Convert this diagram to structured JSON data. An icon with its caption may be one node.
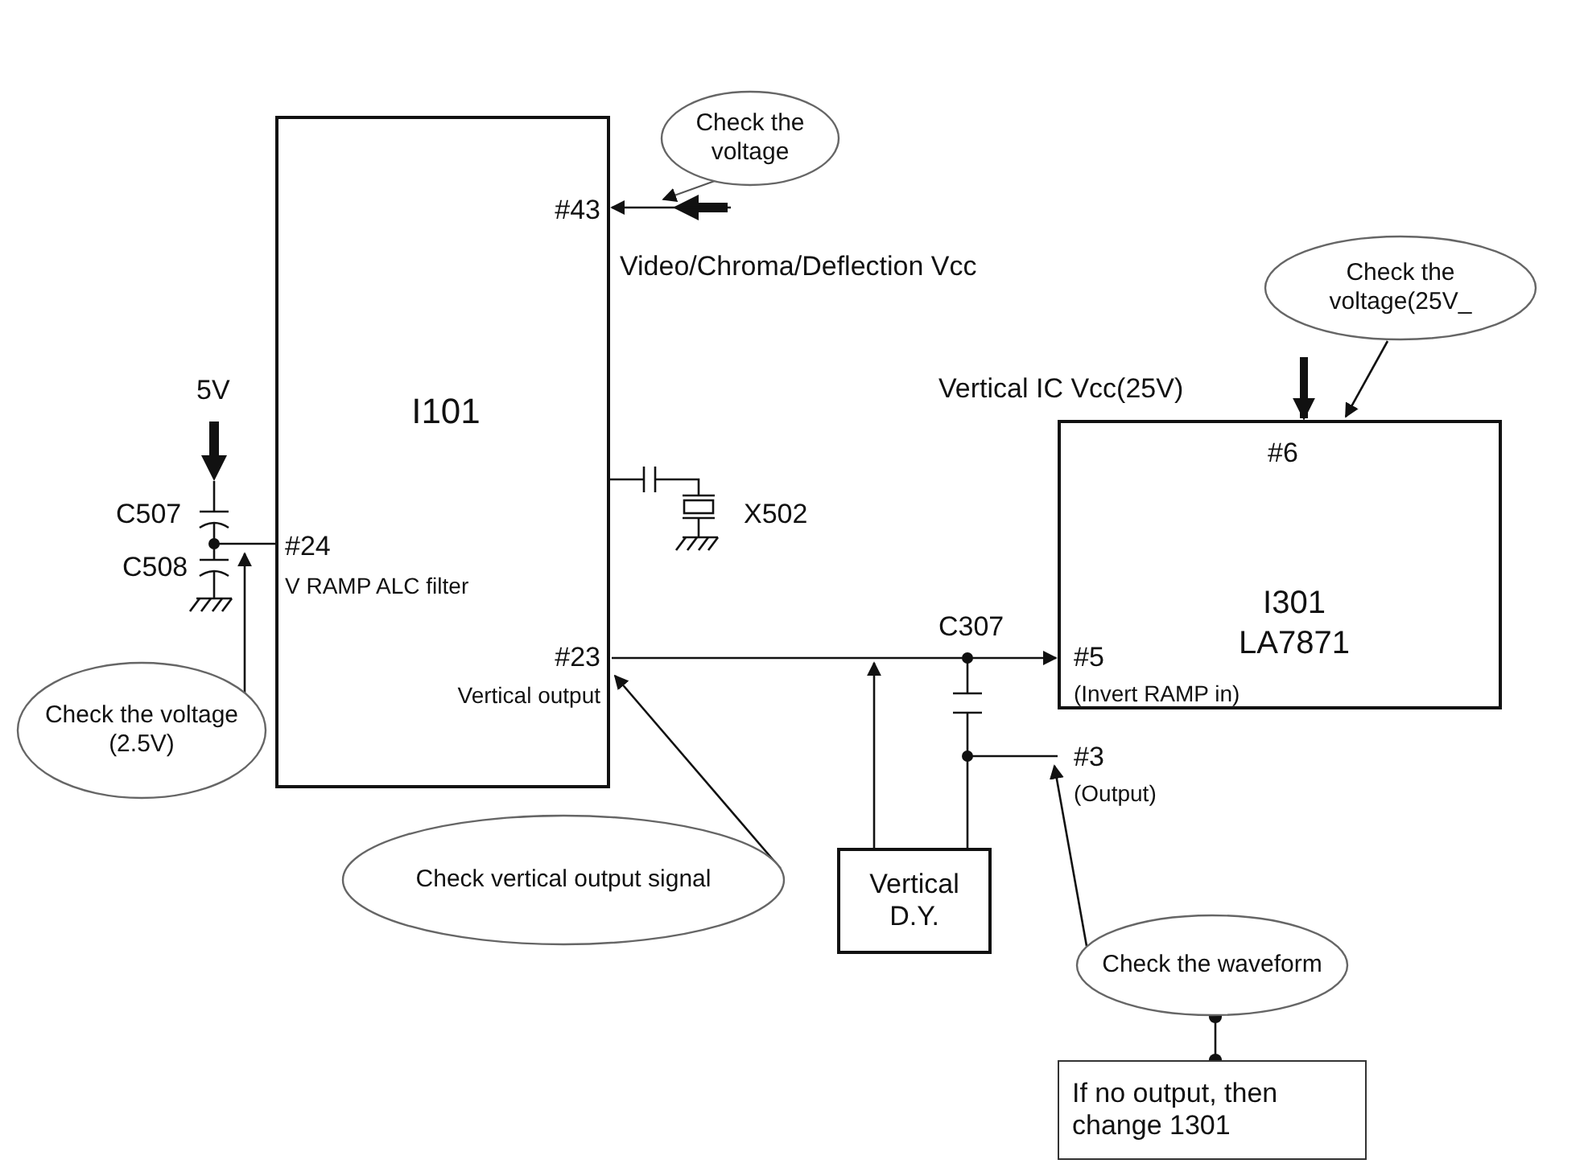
{
  "diagram": {
    "nodes": [
      {
        "text": [
          "#43",
          "I101",
          "#24",
          "V RAMP ALC filter",
          "#23",
          "Vertical output"
        ]
      },
      {
        "text": [
          "#6",
          "I301 LA7871",
          "#5",
          "(Invert RAMP in)",
          "#3",
          "(Output)"
        ]
      },
      {
        "text": [
          "Check the voltage"
        ]
      },
      {
        "text": [
          "Check the voltage(25V_"
        ]
      },
      {
        "text": [
          "Check the voltage (2.5V)"
        ]
      },
      {
        "text": [
          "Check vertical output signal"
        ]
      },
      {
        "text": [
          "Vertical D.Y."
        ]
      },
      {
        "text": [
          "Check the waveform"
        ]
      },
      {
        "text": [
          "If no output, then change 1301"
        ]
      }
    ],
    "edges": [
      {
        "from": 2,
        "to": null,
        "arrow": "to"
      },
      {
        "from": null,
        "to": 0,
        "arrow": "to"
      },
      {
        "from": 3,
        "to": 1,
        "arrow": "to"
      },
      {
        "from": null,
        "to": 1,
        "arrow": "to",
        "style": "thick"
      },
      {
        "from": 4,
        "to": 0,
        "arrow": "to"
      },
      {
        "from": 0,
        "to": 1,
        "arrow": "to"
      },
      {
        "from": 5,
        "to": 0,
        "arrow": "to"
      },
      {
        "from": 6,
        "to": null,
        "arrow": "to"
      },
      {
        "from": 6,
        "to": 1,
        "arrow": "none"
      },
      {
        "from": 7,
        "to": 1,
        "arrow": "to"
      },
      {
        "from": 7,
        "to": 8,
        "arrow": "other"
      }
    ],
    "labels": [
      "Video/Chroma/Deflection Vcc",
      "Vertical IC Vcc(25V)",
      "5V",
      "C507",
      "C508",
      "X502",
      "C307"
    ]
  }
}
